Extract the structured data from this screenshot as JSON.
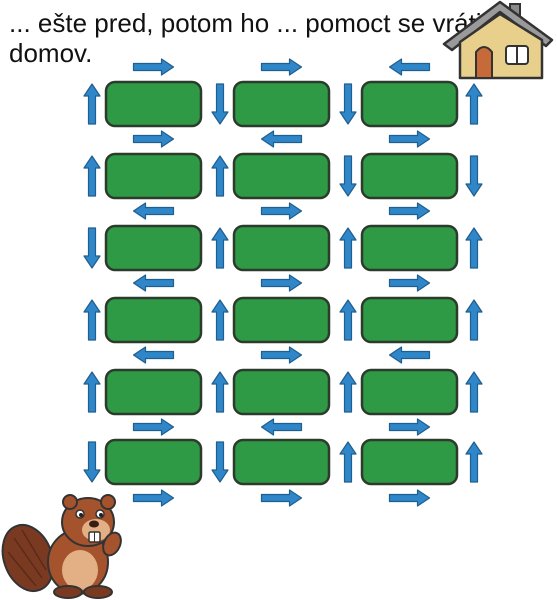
{
  "caption": {
    "line1": "... ešte pred, potom ho ... pomoct se vrátit",
    "line2": "domov."
  },
  "colors": {
    "block_fill": "#2f9a45",
    "block_stroke": "#2d3b2d",
    "arrow_fill": "#2f86c8",
    "arrow_stroke": "#1f5f8f",
    "house_wall": "#e8cf8c",
    "house_roof": "#9a9a9a",
    "house_door": "#c76a3a",
    "beaver_body": "#a5532c"
  },
  "grid": {
    "rows": 6,
    "cols": 3,
    "horizontal_arrows": [
      [
        "right",
        "right",
        "left"
      ],
      [
        "right",
        "left",
        "right"
      ],
      [
        "left",
        "right",
        "right"
      ],
      [
        "left",
        "right",
        "right"
      ],
      [
        "left",
        "right",
        "left"
      ],
      [
        "right",
        "left",
        "right"
      ],
      [
        "right",
        "right",
        "right"
      ]
    ],
    "vertical_arrows": [
      [
        "up",
        "down",
        "down",
        "up"
      ],
      [
        "up",
        "up",
        "down",
        "down"
      ],
      [
        "down",
        "up",
        "up",
        "up"
      ],
      [
        "up",
        "up",
        "up",
        "up"
      ],
      [
        "up",
        "up",
        "up",
        "up"
      ],
      [
        "down",
        "down",
        "up",
        "up"
      ]
    ]
  },
  "icons": {
    "house": "house-icon",
    "beaver": "beaver-icon"
  }
}
